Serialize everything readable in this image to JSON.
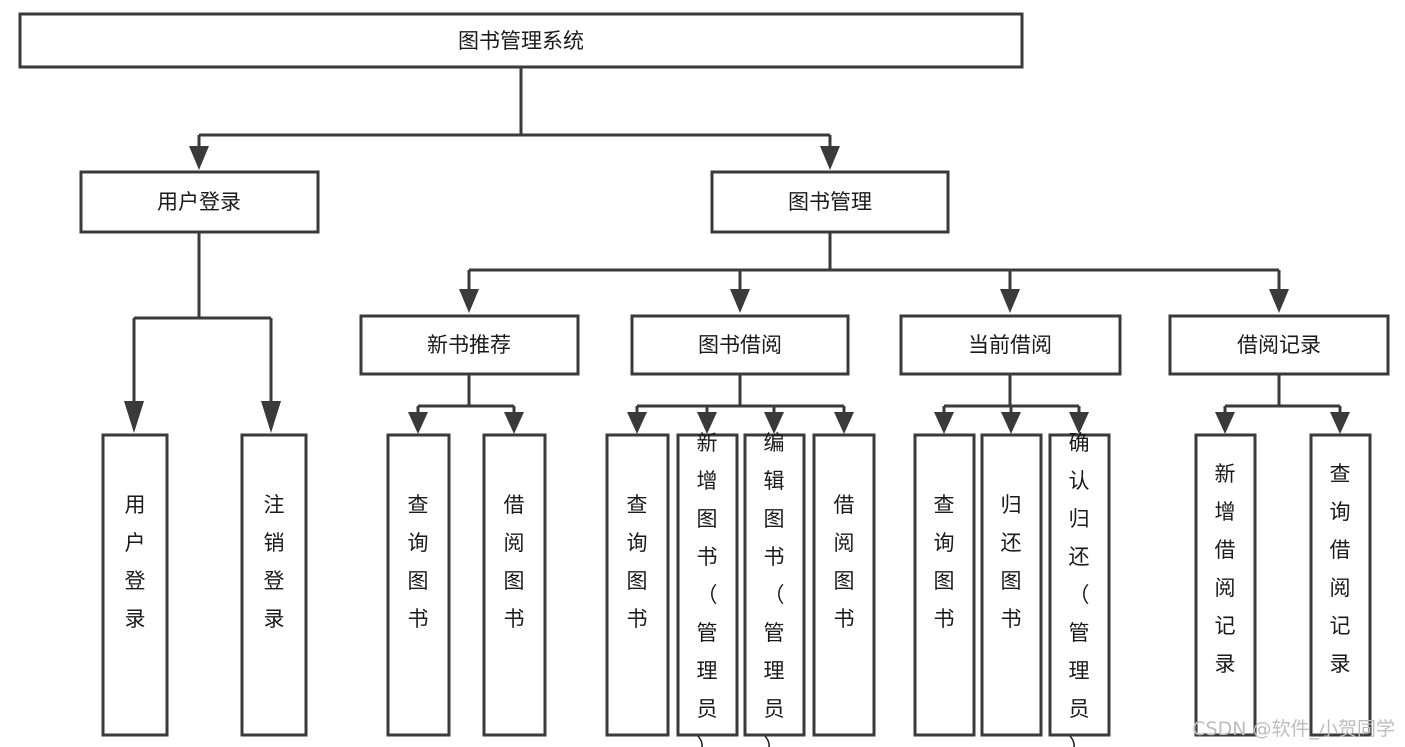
{
  "diagram": {
    "type": "tree",
    "title": "图书管理系统",
    "orientation": "top-down",
    "background_color": "#ffffff",
    "box_stroke_color": "#3a3a3a",
    "box_fill_color": "#ffffff",
    "text_color": "#1a1a1a",
    "nodes": {
      "root": {
        "label": "图书管理系统",
        "level": 0
      },
      "l1a": {
        "label": "用户登录",
        "level": 1
      },
      "l1b": {
        "label": "图书管理",
        "level": 1
      },
      "l2a": {
        "label": "新书推荐",
        "level": 2
      },
      "l2b": {
        "label": "图书借阅",
        "level": 2
      },
      "l2c": {
        "label": "当前借阅",
        "level": 2
      },
      "l2d": {
        "label": "借阅记录",
        "level": 2
      },
      "leaf1": {
        "label": "用户登录",
        "level": 3
      },
      "leaf2": {
        "label": "注销登录",
        "level": 3
      },
      "leaf3": {
        "label": "查询图书",
        "level": 3
      },
      "leaf4": {
        "label": "借阅图书",
        "level": 3
      },
      "leaf5": {
        "label": "查询图书",
        "level": 3
      },
      "leaf6": {
        "label": "新增图书（管理员）",
        "level": 3
      },
      "leaf7": {
        "label": "编辑图书（管理员）",
        "level": 3
      },
      "leaf8": {
        "label": "借阅图书",
        "level": 3
      },
      "leaf9": {
        "label": "查询图书",
        "level": 3
      },
      "leaf10": {
        "label": "归还图书",
        "level": 3
      },
      "leaf11": {
        "label": "确认归还（管理员）",
        "level": 3
      },
      "leaf12": {
        "label": "新增借阅记录",
        "level": 3
      },
      "leaf13": {
        "label": "查询借阅记录",
        "level": 3
      }
    },
    "edges": [
      {
        "from": "root",
        "to": "l1a"
      },
      {
        "from": "root",
        "to": "l1b"
      },
      {
        "from": "l1a",
        "to": "leaf1"
      },
      {
        "from": "l1a",
        "to": "leaf2"
      },
      {
        "from": "l1b",
        "to": "l2a"
      },
      {
        "from": "l1b",
        "to": "l2b"
      },
      {
        "from": "l1b",
        "to": "l2c"
      },
      {
        "from": "l1b",
        "to": "l2d"
      },
      {
        "from": "l2a",
        "to": "leaf3"
      },
      {
        "from": "l2a",
        "to": "leaf4"
      },
      {
        "from": "l2b",
        "to": "leaf5"
      },
      {
        "from": "l2b",
        "to": "leaf6"
      },
      {
        "from": "l2b",
        "to": "leaf7"
      },
      {
        "from": "l2b",
        "to": "leaf8"
      },
      {
        "from": "l2c",
        "to": "leaf9"
      },
      {
        "from": "l2c",
        "to": "leaf10"
      },
      {
        "from": "l2c",
        "to": "leaf11"
      },
      {
        "from": "l2d",
        "to": "leaf12"
      },
      {
        "from": "l2d",
        "to": "leaf13"
      }
    ]
  },
  "watermark": {
    "text": "CSDN @软件_小贺同学",
    "color": "#bdbdbd"
  }
}
